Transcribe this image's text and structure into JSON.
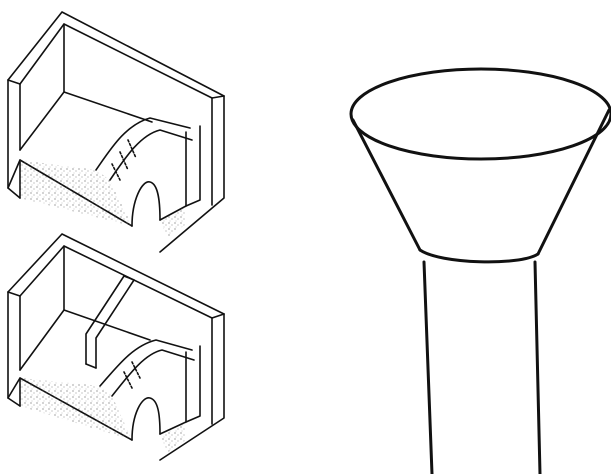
{
  "figure": {
    "panels": [
      {
        "id": "box-with-ramp",
        "icon": "cutaway-box-with-ramp-and-drain-slot"
      },
      {
        "id": "box-with-partition",
        "icon": "cutaway-box-with-partition-ramp-and-drain-slot"
      },
      {
        "id": "funnel",
        "icon": "funnel-with-long-stem"
      }
    ],
    "colors": {
      "line": "#111111",
      "stipple": "#555555",
      "background": "#ffffff"
    }
  }
}
